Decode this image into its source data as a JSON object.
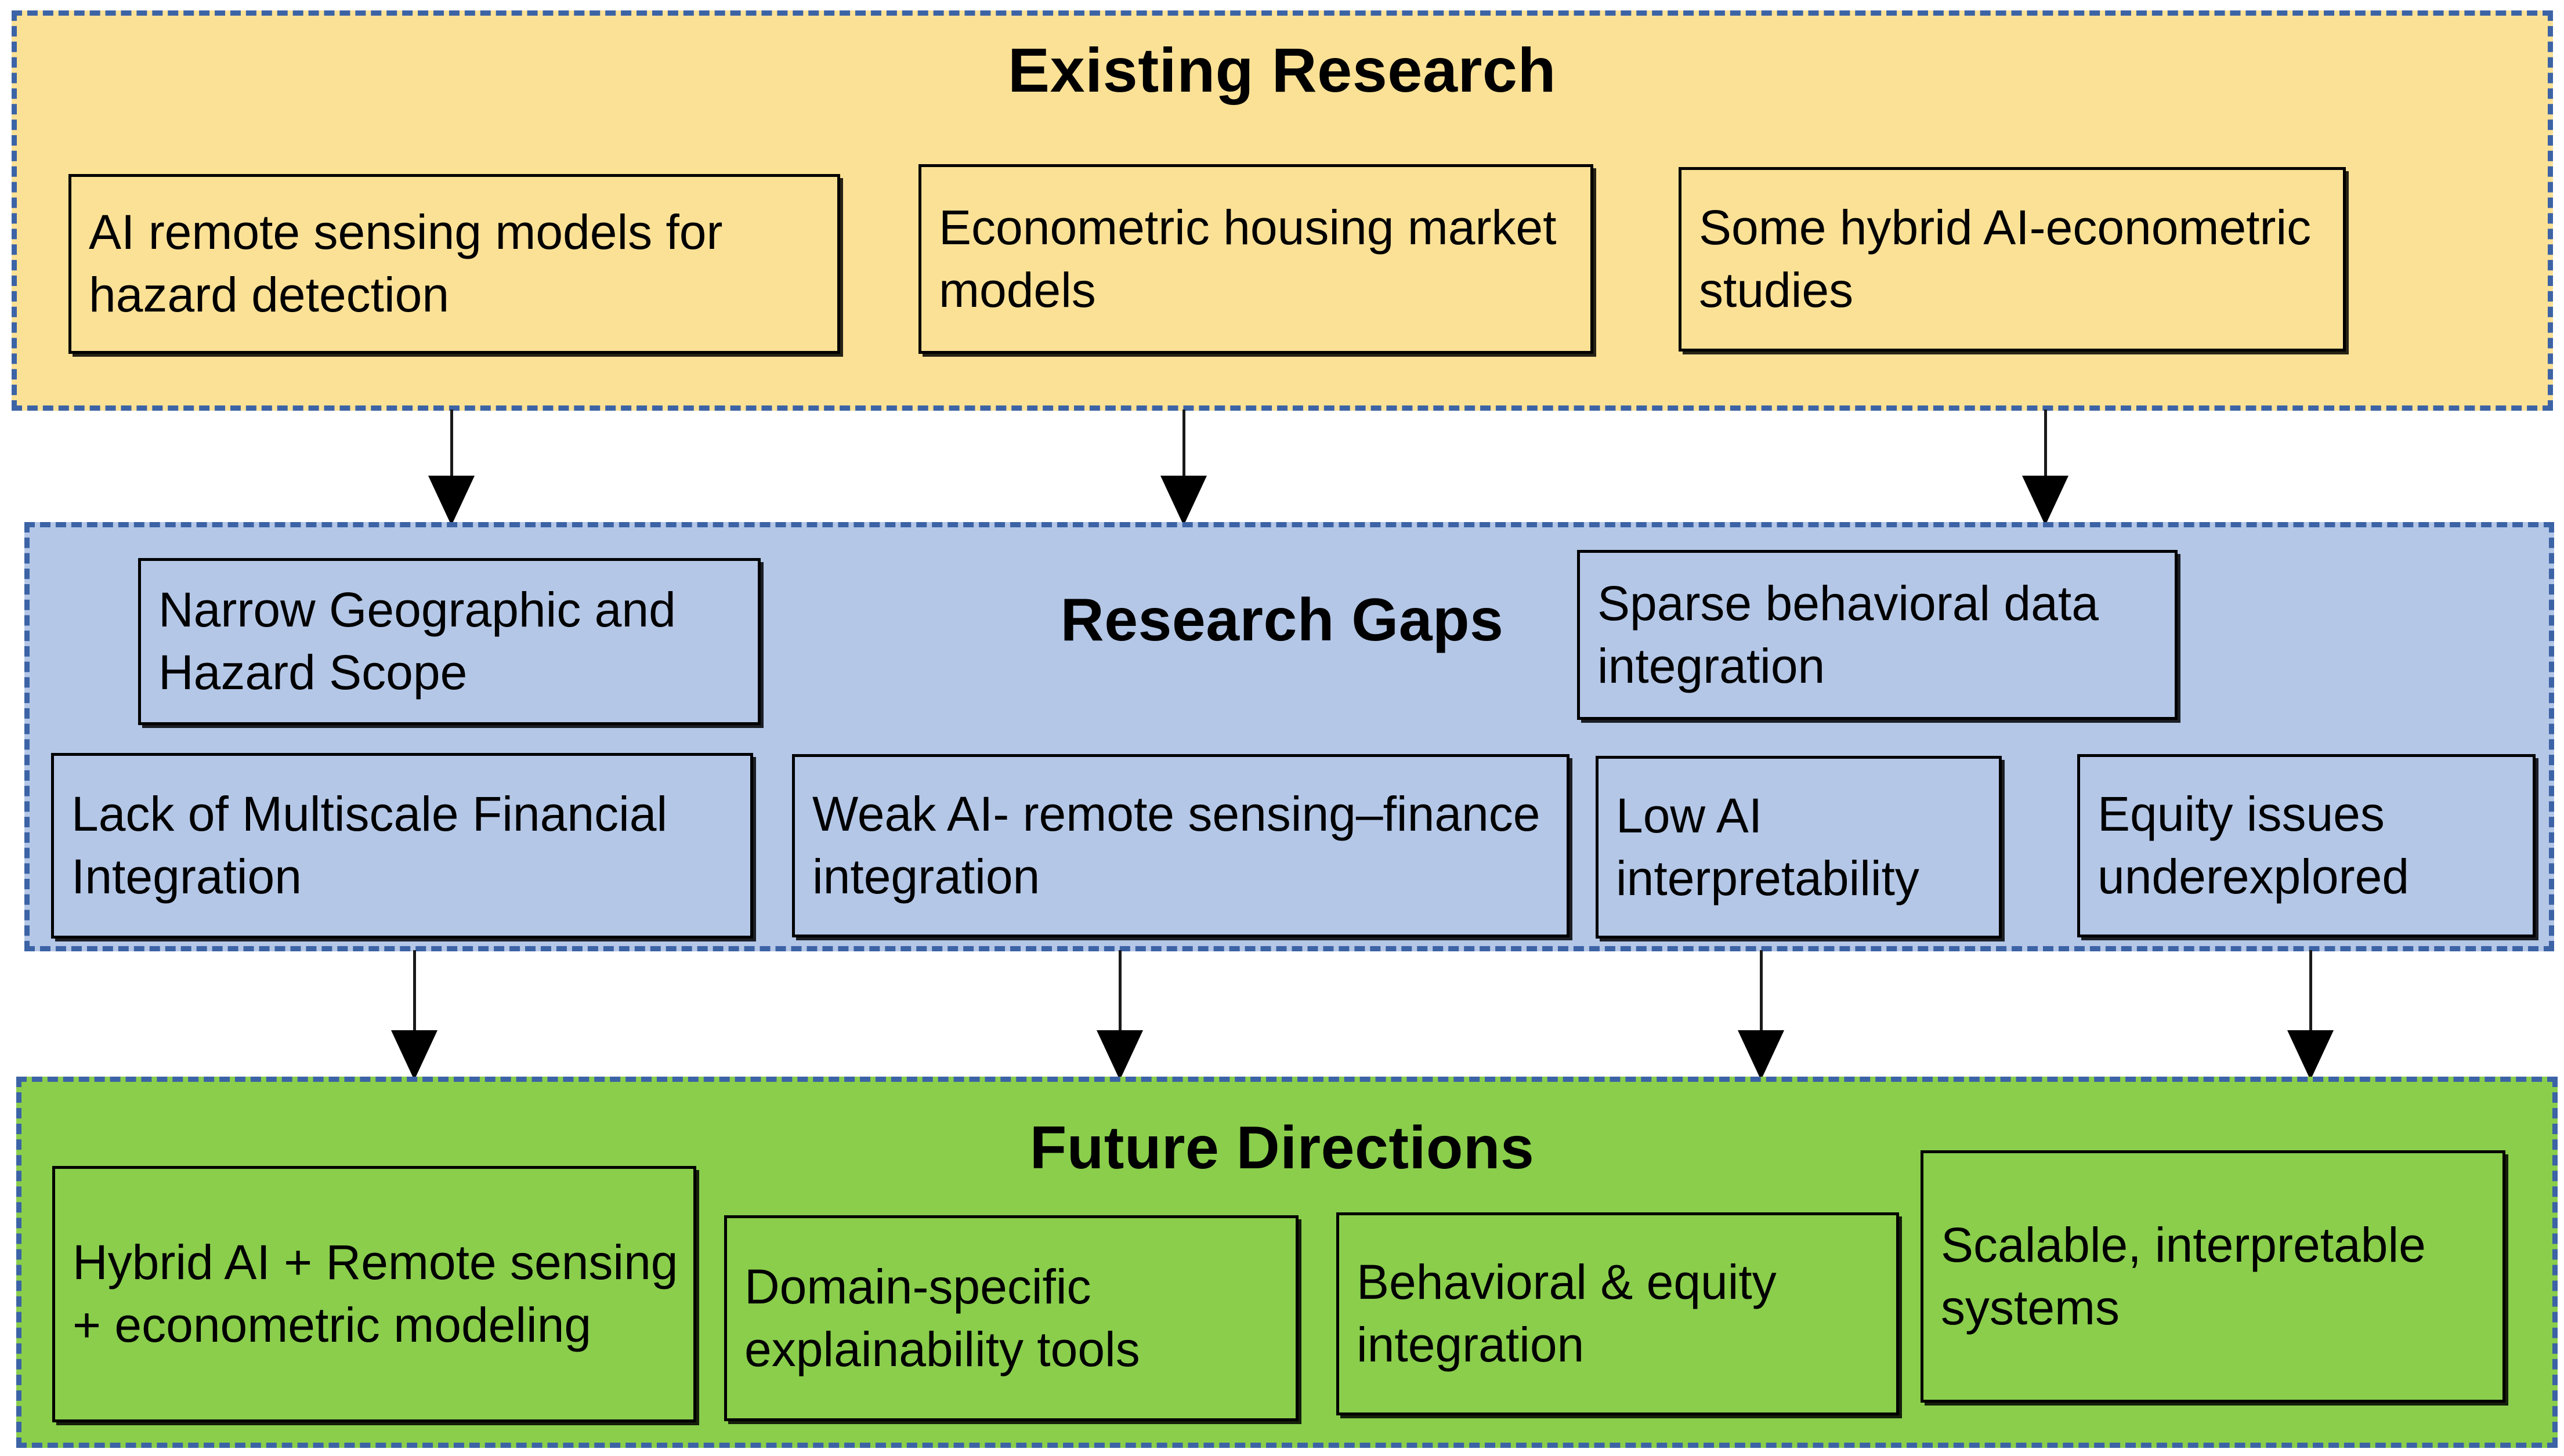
{
  "diagram": {
    "title": "Research landscape flow: Existing Research to Research Gaps to Future Directions",
    "colors": {
      "existing_fill": "#fbe196",
      "gaps_fill": "#b4c7e7",
      "future_fill": "#8ace4c",
      "band_border": "#3c63a5",
      "box_border": "#000000",
      "text": "#000000",
      "arrow": "#000000"
    },
    "sections": [
      {
        "id": "existing-research",
        "heading": "Existing Research",
        "items": [
          {
            "label": "AI remote sensing models for hazard detection"
          },
          {
            "label": "Econometric housing market models"
          },
          {
            "label": "Some hybrid AI-econometric studies"
          }
        ]
      },
      {
        "id": "research-gaps",
        "heading": "Research Gaps",
        "items": [
          {
            "label": "Narrow Geographic and Hazard Scope"
          },
          {
            "label": "Sparse behavioral data integration"
          },
          {
            "label": "Lack of Multiscale Financial Integration"
          },
          {
            "label": "Weak AI- remote sensing–finance integration"
          },
          {
            "label": "Low AI interpretability"
          },
          {
            "label": "Equity issues underexplored"
          }
        ]
      },
      {
        "id": "future-directions",
        "heading": "Future Directions",
        "items": [
          {
            "label": "Hybrid AI + Remote sensing + econometric modeling"
          },
          {
            "label": "Domain-specific explainability tools"
          },
          {
            "label": "Behavioral & equity integration"
          },
          {
            "label": "Scalable, interpretable systems"
          }
        ]
      }
    ],
    "connectors": {
      "existing_to_gaps": [
        {
          "name": "arrow-down-icon"
        },
        {
          "name": "arrow-down-icon"
        },
        {
          "name": "arrow-down-icon"
        }
      ],
      "gaps_to_future": [
        {
          "name": "arrow-down-icon"
        },
        {
          "name": "arrow-down-icon"
        },
        {
          "name": "arrow-down-icon"
        },
        {
          "name": "arrow-down-icon"
        }
      ]
    }
  }
}
